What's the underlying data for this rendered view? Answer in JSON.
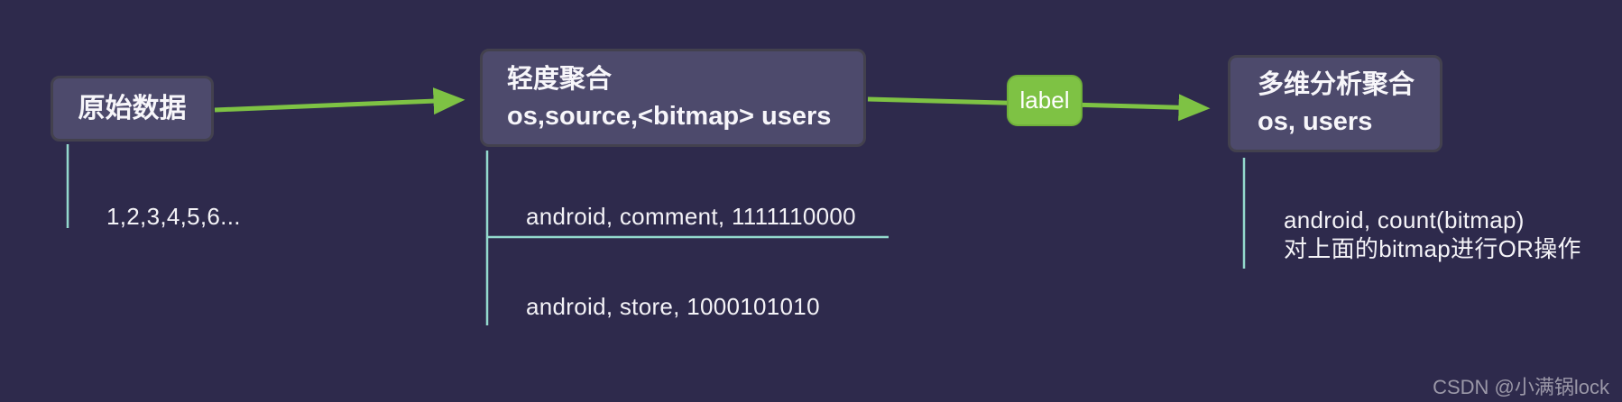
{
  "diagram": {
    "nodes": {
      "raw_data": {
        "title": "原始数据"
      },
      "light_agg": {
        "title": "轻度聚合",
        "subtitle": "os,source,<bitmap> users"
      },
      "multi_dim_agg": {
        "title": "多维分析聚合",
        "subtitle": "os, users"
      }
    },
    "edge_label": "label",
    "annotations": {
      "raw_data_values": "1,2,3,4,5,6...",
      "light_agg_row_1": "android, comment, 1111110000",
      "light_agg_row_2": "android, store, 1000101010",
      "multi_dim_row_1": "android, count(bitmap)",
      "multi_dim_row_2": "对上面的bitmap进行OR操作"
    }
  },
  "watermark": "CSDN @小满锅lock",
  "colors": {
    "background": "#2e2a4c",
    "node_fill": "#4d4a6c",
    "node_border": "#43414e",
    "arrow_green": "#7ec244",
    "edge_label_fill": "#7ec244",
    "annotation_line_teal": "#93d9cd",
    "text": "#f7f6fa",
    "watermark_gray": "#9b98a8"
  }
}
